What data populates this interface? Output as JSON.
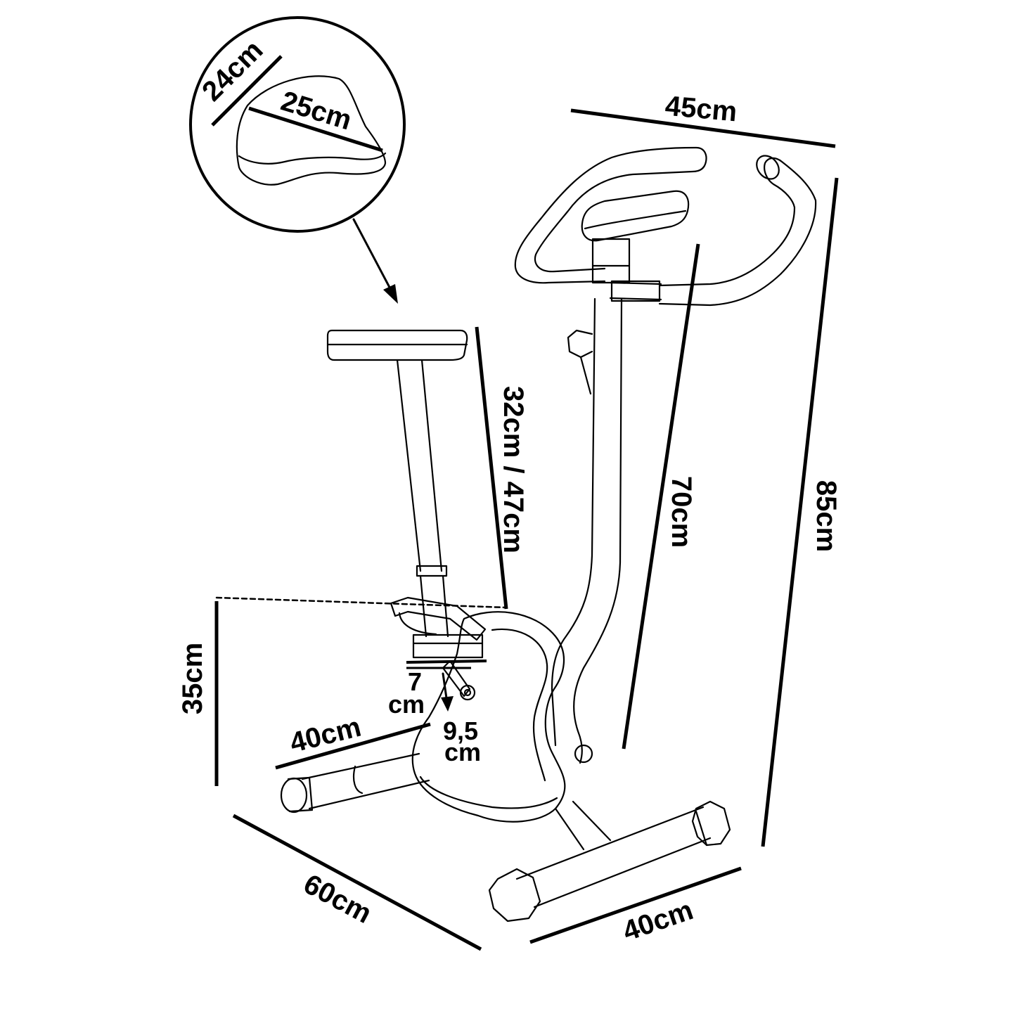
{
  "labels": {
    "saddle_width": "24cm",
    "saddle_length": "25cm",
    "handlebar_width": "45cm",
    "seat_adjust": "32cm / 47cm",
    "console_post": "70cm",
    "total_height": "85cm",
    "pedal_height": "35cm",
    "crank_top": "7",
    "crank_top_unit": "cm",
    "crank_bottom": "9,5",
    "crank_bottom_unit": "cm",
    "pedal_span": "40cm",
    "base_length": "60cm",
    "base_width": "40cm"
  },
  "colors": {
    "stroke": "#000000",
    "background": "#ffffff"
  }
}
